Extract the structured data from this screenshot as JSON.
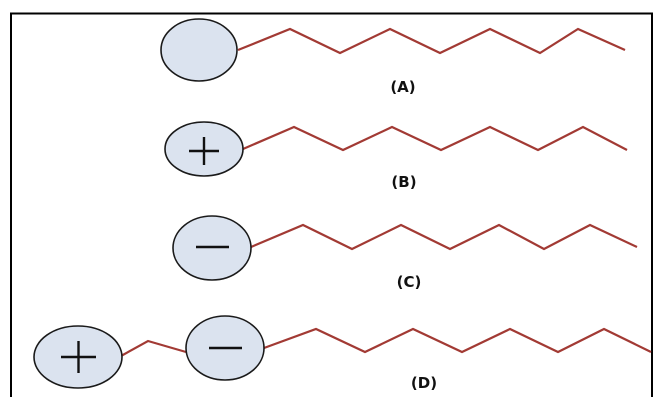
{
  "diagram": {
    "colors": {
      "tail": "#a23a34",
      "head_fill": "#dbe3ef",
      "head_stroke": "#1a1a1a",
      "border": "#000000"
    },
    "molecules": [
      {
        "label": "(A)",
        "heads": [
          "neutral"
        ]
      },
      {
        "label": "(B)",
        "heads": [
          "positive"
        ]
      },
      {
        "label": "(C)",
        "heads": [
          "negative"
        ]
      },
      {
        "label": "(D)",
        "heads": [
          "positive",
          "negative"
        ]
      }
    ]
  }
}
